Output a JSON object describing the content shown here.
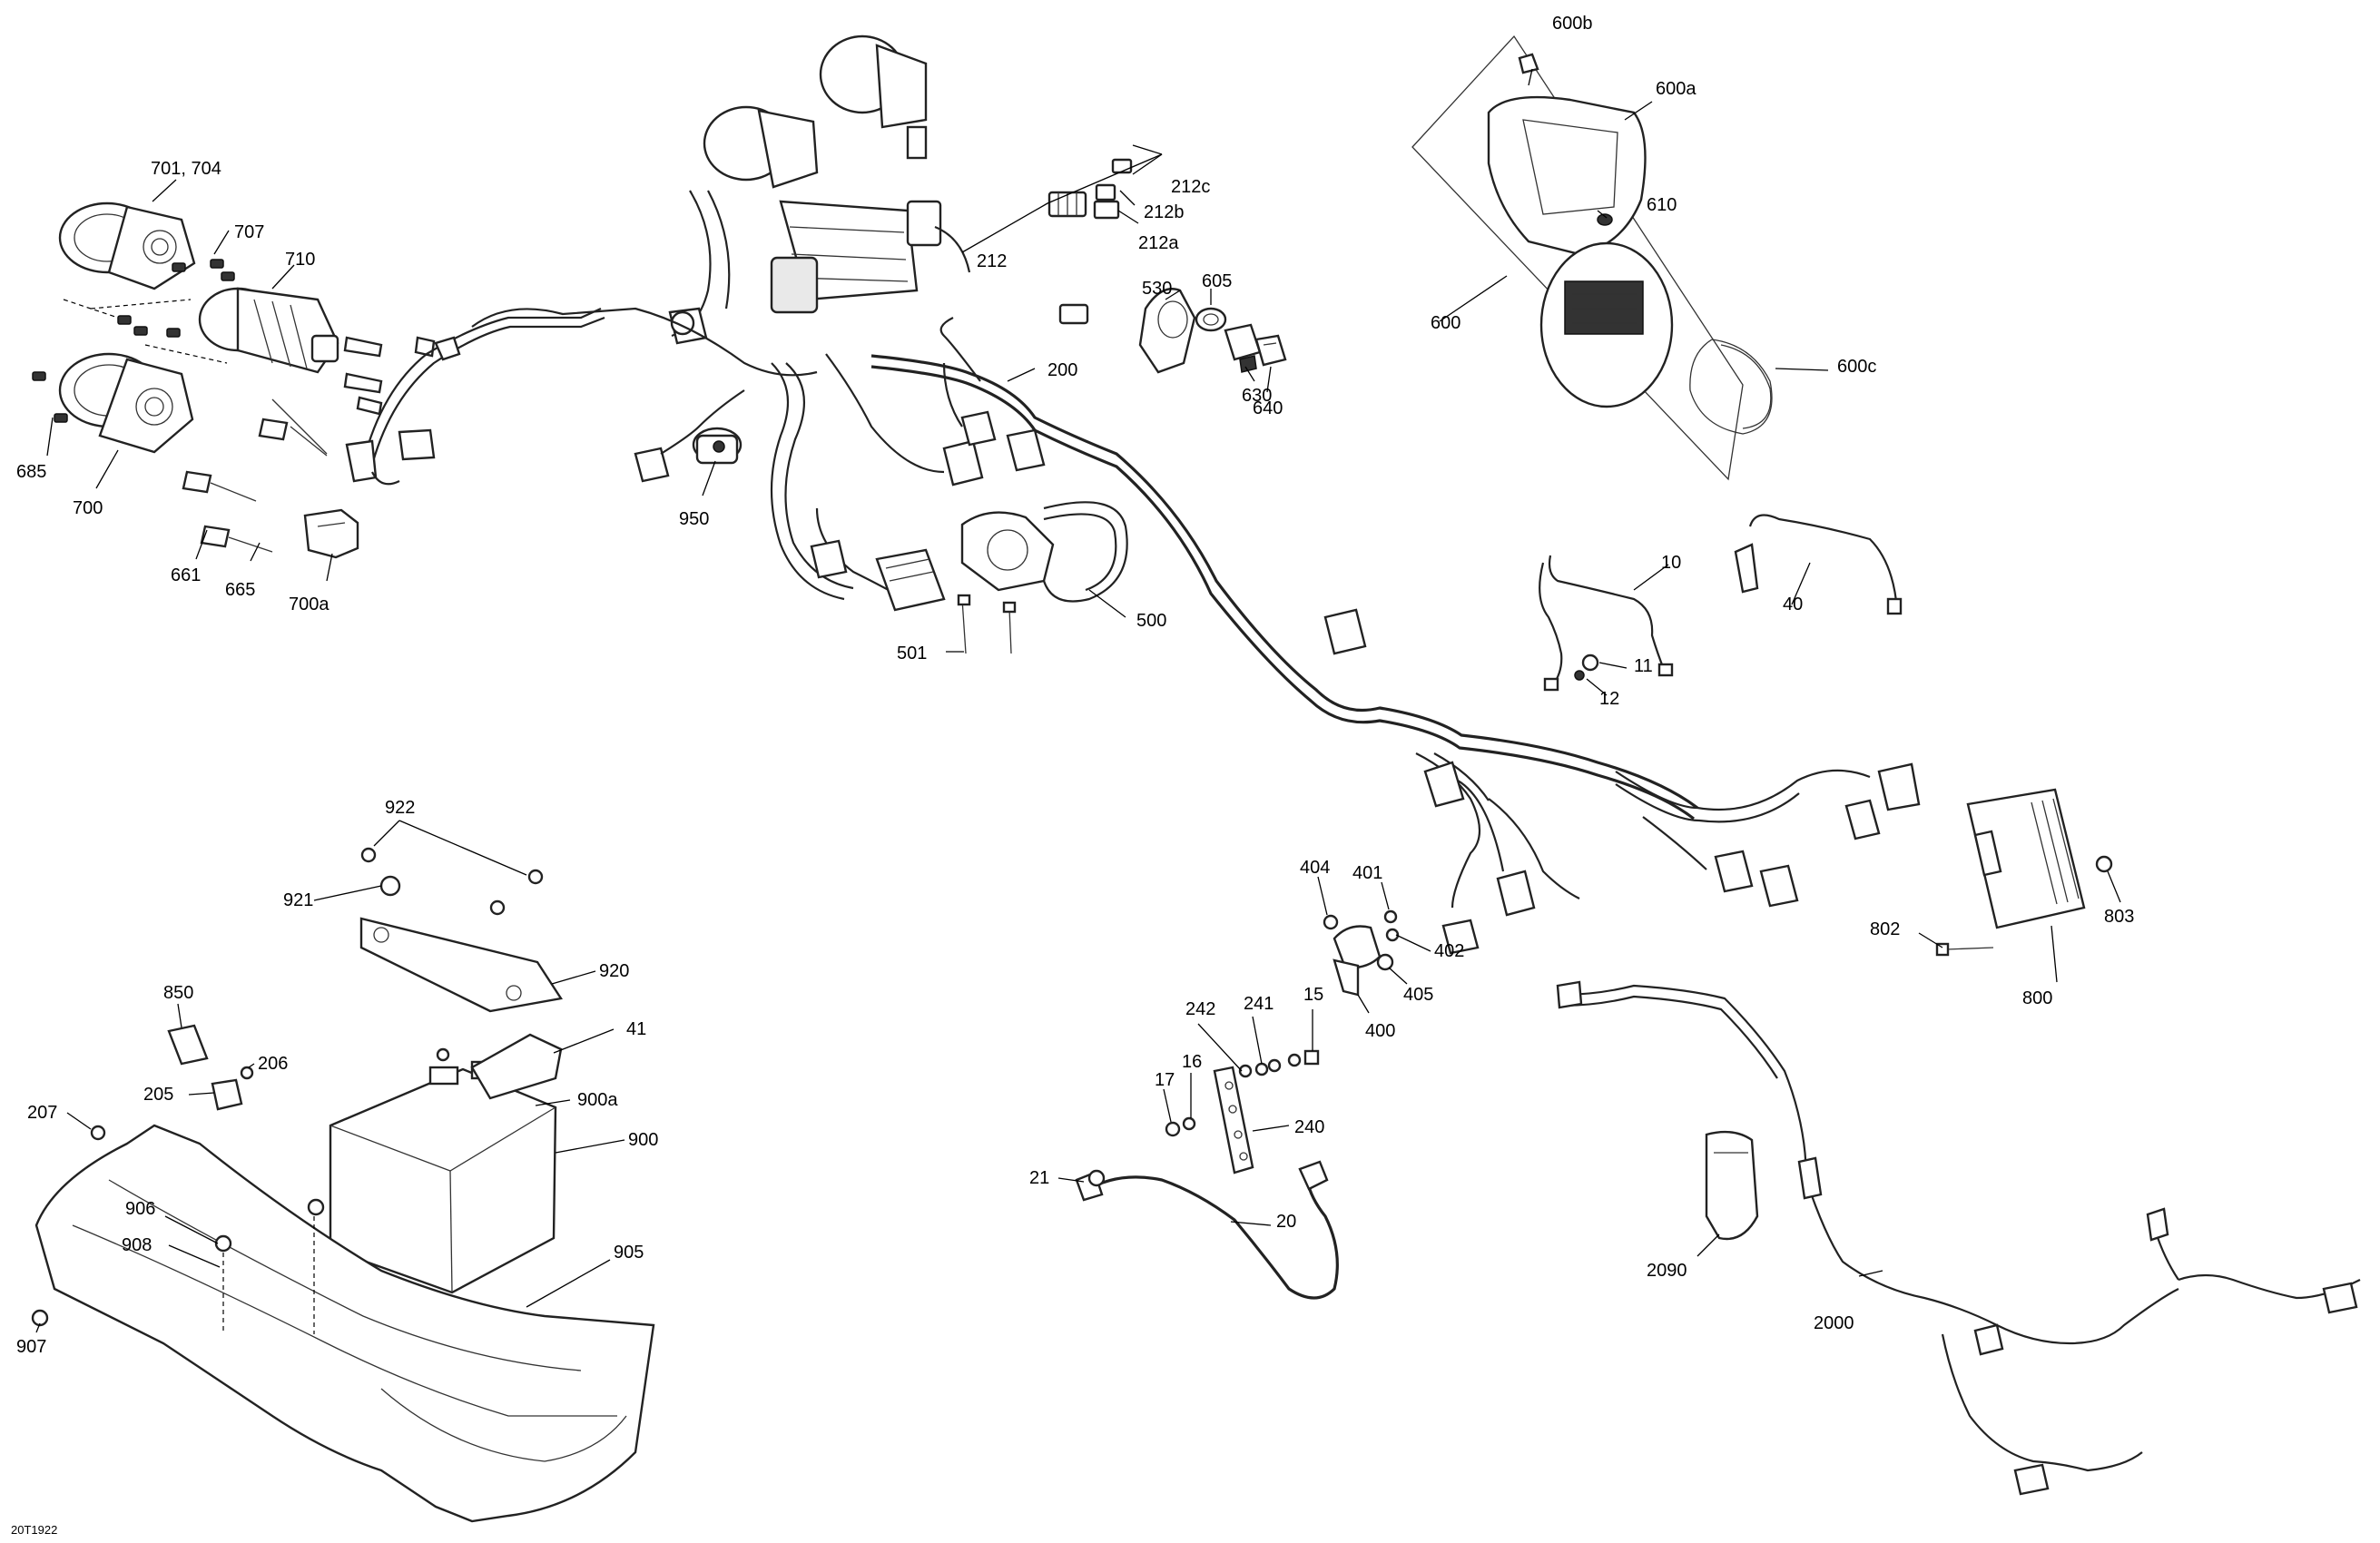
{
  "drawing_code": "20T1922",
  "callouts": {
    "c701_704": "701, 704",
    "c707": "707",
    "c710": "710",
    "c685": "685",
    "c700": "700",
    "c661": "661",
    "c665": "665",
    "c700a": "700a",
    "c950": "950",
    "c212": "212",
    "c212a": "212a",
    "c212b": "212b",
    "c212c": "212c",
    "c530": "530",
    "c605": "605",
    "c630": "630",
    "c640": "640",
    "c200": "200",
    "c500": "500",
    "c501": "501",
    "c600": "600",
    "c600a": "600a",
    "c600b": "600b",
    "c600c": "600c",
    "c610": "610",
    "c10": "10",
    "c11": "11",
    "c12": "12",
    "c40": "40",
    "c922": "922",
    "c921": "921",
    "c920": "920",
    "c850": "850",
    "c206": "206",
    "c205": "205",
    "c207": "207",
    "c41": "41",
    "c900a": "900a",
    "c900": "900",
    "c906": "906",
    "c908": "908",
    "c905": "905",
    "c907": "907",
    "c404": "404",
    "c401": "401",
    "c402": "402",
    "c405": "405",
    "c400": "400",
    "c242": "242",
    "c241": "241",
    "c15": "15",
    "c16": "16",
    "c17": "17",
    "c240": "240",
    "c21": "21",
    "c20": "20",
    "c802": "802",
    "c803": "803",
    "c800": "800",
    "c2090": "2090",
    "c2000": "2000"
  }
}
